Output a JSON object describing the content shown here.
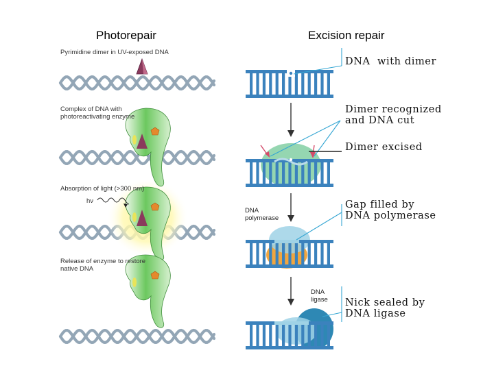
{
  "headings": {
    "photorepair": "Photorepair",
    "excision_repair": "Excision repair"
  },
  "photorepair_steps": [
    "Pyrimidine dimer in UV-exposed DNA",
    "Complex of DNA with\nphotoreactivating enzyme",
    "Absorption of light (>300 nm)",
    "Release of enzyme to restore\nnative DNA"
  ],
  "light_label": "hν",
  "excision_steps": [
    "DNA  with dimer",
    "Dimer recognized\nand DNA cut",
    "Dimer excised",
    "Gap filled by\nDNA polymerase",
    "Nick sealed by\nDNA ligase"
  ],
  "enzyme_labels": {
    "polymerase": "DNA\npolymerase",
    "ligase": "DNA\nligase"
  },
  "colors": {
    "helix": "#93a6b6",
    "dimer": "#8a3a5c",
    "enzyme": "#5cbf52",
    "chromophore": "#e4892d",
    "dna_blue": "#3b82bd",
    "callout": "#35a6d3",
    "nuclease": "#7fcf9d",
    "polymerase": "#f0a640",
    "ligase": "#2e88b4"
  }
}
